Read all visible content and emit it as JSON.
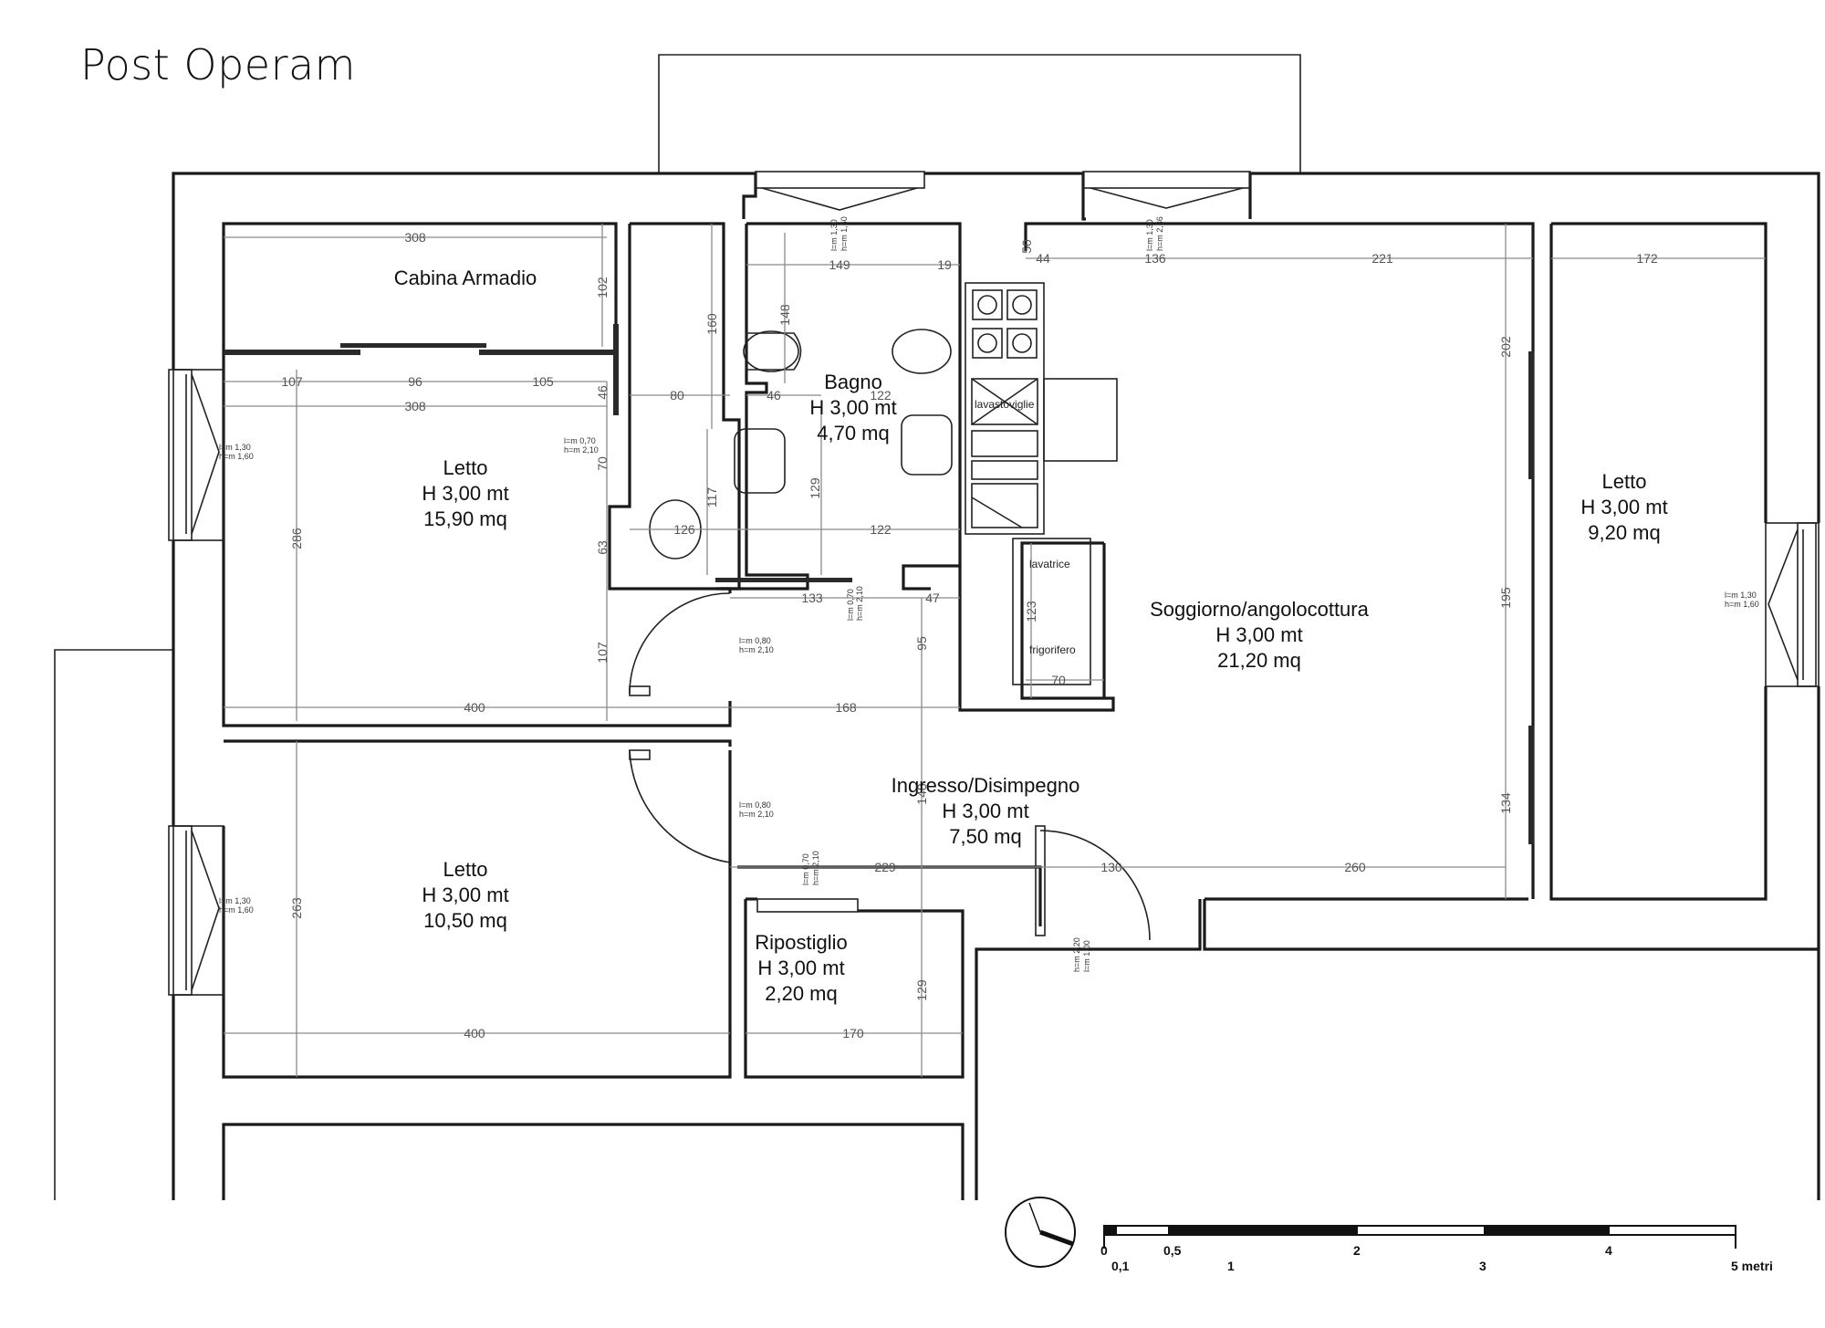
{
  "title": "Post Operam",
  "rooms": [
    {
      "name": "Cabina Armadio",
      "height": "",
      "area": ""
    },
    {
      "name": "Letto",
      "height": "H 3,00 mt",
      "area": "15,90 mq"
    },
    {
      "name": "Bagno",
      "height": "H 3,00 mt",
      "area": "4,70 mq"
    },
    {
      "name": "Soggiorno/angolocottura",
      "height": "H 3,00 mt",
      "area": "21,20 mq"
    },
    {
      "name": "Letto",
      "height": "H 3,00 mt",
      "area": "9,20 mq"
    },
    {
      "name": "Letto",
      "height": "H 3,00 mt",
      "area": "10,50 mq"
    },
    {
      "name": "Ingresso/Disimpegno",
      "height": "H 3,00 mt",
      "area": "7,50 mq"
    },
    {
      "name": "Ripostiglio",
      "height": "H 3,00 mt",
      "area": "2,20 mq"
    }
  ],
  "equipment": [
    "lavastoviglie",
    "lavatrice",
    "frigorifero"
  ],
  "dimensions": {
    "cabina_w": "308",
    "cabina_h": "102",
    "r1_a": "107",
    "r1_b": "96",
    "r1_c": "105",
    "r1_d": "46",
    "r1_w": "308",
    "r1_h": "286",
    "r1_bottom": "400",
    "c_80": "80",
    "c_70": "70",
    "c_63": "63",
    "c_107": "107",
    "c_160": "160",
    "c_117": "117",
    "c_126": "126",
    "b_149": "149",
    "b_19": "19",
    "b_148": "148",
    "b_46": "46",
    "b_122": "122",
    "b_129": "129",
    "b_122b": "122",
    "b_133": "133",
    "b_47": "47",
    "s_50": "50",
    "s_44": "44",
    "s_136": "136",
    "s_221": "221",
    "s_202": "202",
    "s_195": "195",
    "s_134": "134",
    "s_123": "123",
    "s_70": "70",
    "e_168": "168",
    "e_95": "95",
    "e_148": "148",
    "e_229": "229",
    "e_130": "130",
    "e_260": "260",
    "r3_w": "172",
    "r2_h": "263",
    "r2_bottom": "400",
    "rip_w": "170",
    "rip_h": "129"
  },
  "openings": {
    "win_l1": "l=m 1,30",
    "win_l2": "h=m 1,60",
    "win_top1": "l=m 1,30",
    "win_top2": "h=m 1,50",
    "win_top3": "l=m 1,30",
    "win_top4": "h=m 2,36",
    "door_80a": "l=m 0,80",
    "door_80b": "h=m 2,10",
    "door_70a": "l=m 0,70",
    "door_70b": "h=m 2,10",
    "door_100a": "l=m 1,00",
    "door_100b": "h=m 2,20"
  },
  "scale": {
    "labels": [
      "0",
      "0,1",
      "0,5",
      "1",
      "2",
      "3",
      "4",
      "5 metri"
    ]
  }
}
